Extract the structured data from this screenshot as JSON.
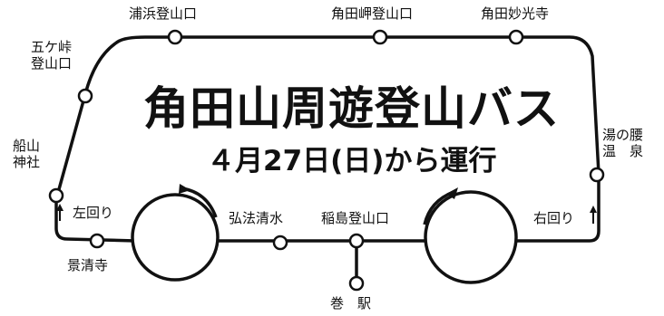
{
  "title": "角田山周遊登山バス",
  "subtitle": "４月27日(日)から運行",
  "stops": {
    "urahama": "浦浜登山口",
    "kadotamisaki": "角田岬登山口",
    "myokoji": "角田妙光寺",
    "gokatoge_1": "五ケ峠",
    "gokatoge_2": "登山口",
    "funayama_1": "船山",
    "funayama_2": "神社",
    "yunokoshi_1": "湯の腰",
    "yunokoshi_2": "温　泉",
    "keiseiji": "景清寺",
    "kobo": "弘法清水",
    "inashima": "稲島登山口",
    "maki": "巻　駅"
  },
  "directions": {
    "left": "左回り",
    "right": "右回り"
  }
}
